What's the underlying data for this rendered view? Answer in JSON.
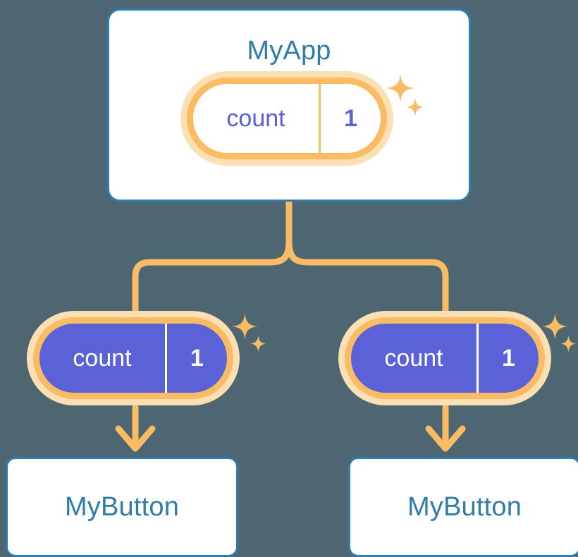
{
  "theme": {
    "background": "#4d6672",
    "card_fill": "#ffffff",
    "card_border": "#2e7cb0",
    "title_text": "#2e7ca8",
    "wire": "#f9bc64",
    "pill_border": "#f9bc64",
    "pill_halo": "#fce0b4",
    "pill_solid_fill": "#5b61d6",
    "pill_light_fill": "#ffffff",
    "state_text_purple": "#5b61d6",
    "state_text_white": "#ffffff",
    "sparkle": "#f9bc64"
  },
  "diagram": {
    "type": "component-tree",
    "description": "React component tree showing shared count state passed from MyApp parent down to two MyButton children",
    "root": {
      "title": "MyApp",
      "state": {
        "key": "count",
        "value": "1",
        "style": "light"
      },
      "sparkle_name": "sparkle-icon"
    },
    "branches": [
      {
        "state": {
          "key": "count",
          "value": "1",
          "style": "solid"
        },
        "child": {
          "title": "MyButton"
        },
        "sparkle_name": "sparkle-icon",
        "side": "left"
      },
      {
        "state": {
          "key": "count",
          "value": "1",
          "style": "solid"
        },
        "child": {
          "title": "MyButton"
        },
        "sparkle_name": "sparkle-icon",
        "side": "right"
      }
    ],
    "connectors": {
      "stem_name": "connector-stem",
      "fork_name": "connector-fork",
      "arrow_left_name": "arrow-down-to-left-button",
      "arrow_right_name": "arrow-down-to-right-button"
    }
  }
}
